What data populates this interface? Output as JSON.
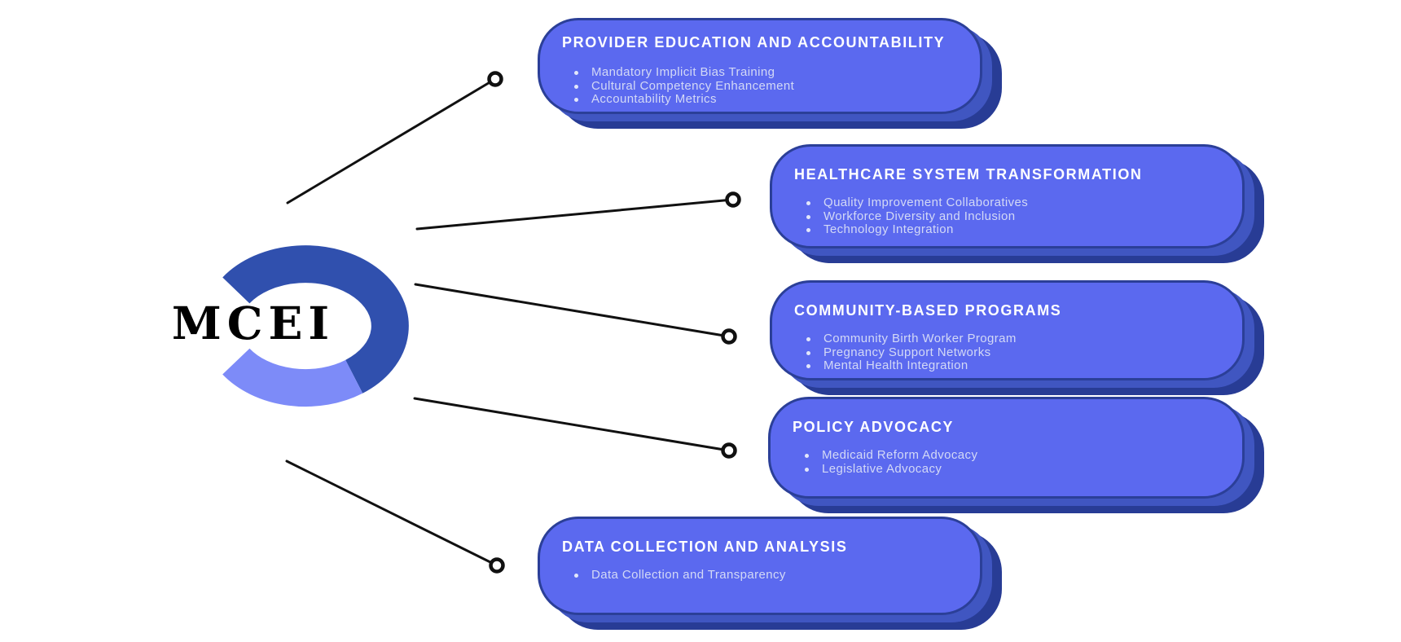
{
  "hub": {
    "label": "MCEI"
  },
  "nodes": [
    {
      "title": "PROVIDER EDUCATION AND ACCOUNTABILITY",
      "items": [
        "Mandatory Implicit Bias Training",
        "Cultural Competency Enhancement",
        "Accountability Metrics"
      ]
    },
    {
      "title": "HEALTHCARE SYSTEM TRANSFORMATION",
      "items": [
        "Quality Improvement Collaboratives",
        "Workforce Diversity and Inclusion",
        "Technology Integration"
      ]
    },
    {
      "title": "COMMUNITY-BASED PROGRAMS",
      "items": [
        "Community Birth Worker Program",
        "Pregnancy Support Networks",
        "Mental Health Integration"
      ]
    },
    {
      "title": "POLICY ADVOCACY",
      "items": [
        "Medicaid Reform Advocacy",
        "Legislative Advocacy"
      ]
    },
    {
      "title": "DATA COLLECTION AND ANALYSIS",
      "items": [
        "Data Collection and Transparency"
      ]
    }
  ],
  "colors": {
    "card_fill": "#5b69ef",
    "card_border": "#2b3f98",
    "card_shadow_mid": "#4056c1",
    "card_shadow_dark": "#283c95",
    "arc_dark": "#3050ae",
    "arc_light": "#7d8bf8",
    "connector_line": "#111111",
    "endpoint_fill": "#ffffff",
    "title_text": "#ffffff",
    "bullet_text": "#d3d9f6",
    "hub_text": "#000000"
  }
}
